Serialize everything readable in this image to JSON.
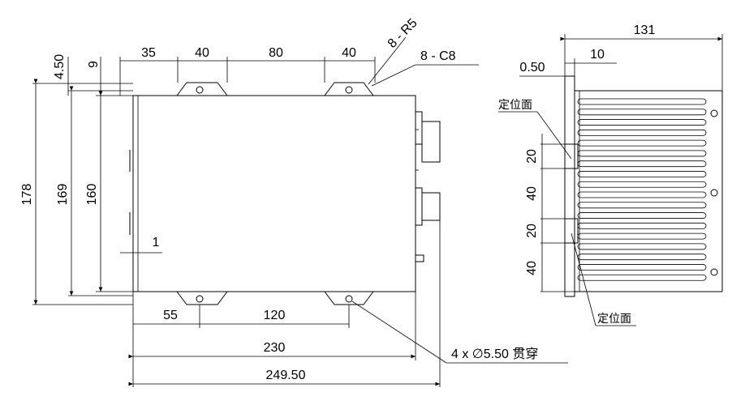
{
  "drawing": {
    "front_view": {
      "top_dims": [
        "35",
        "40",
        "80",
        "40"
      ],
      "left_dims": [
        "4.50",
        "9"
      ],
      "vertical_dims": [
        "178",
        "169",
        "160"
      ],
      "inner_dim": "1",
      "bottom_dims": [
        "55",
        "120",
        "230",
        "249.50"
      ],
      "callouts": {
        "radius": "8 - R5",
        "chamfer": "8 - C8",
        "holes": "4 x ∅5.50 贯穿"
      }
    },
    "side_view": {
      "width": "131",
      "offset": "10",
      "thickness": "0.50",
      "ref_face": "定位面",
      "vertical_dims": [
        "20",
        "40",
        "20",
        "40"
      ]
    }
  }
}
